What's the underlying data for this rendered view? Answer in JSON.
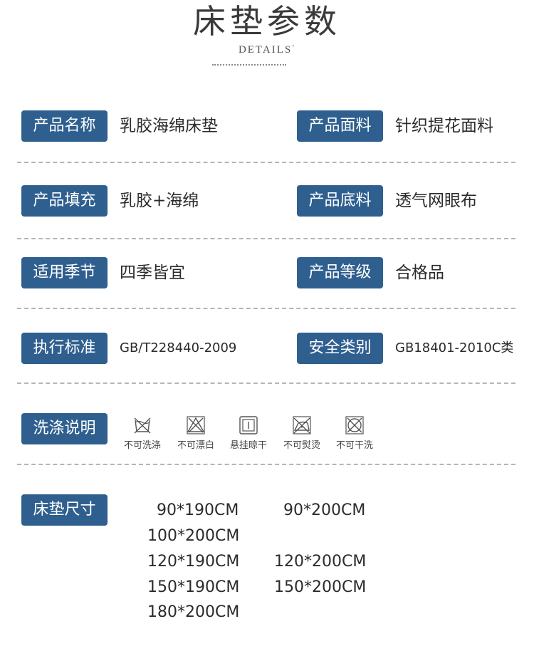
{
  "header": {
    "title": "床垫参数",
    "subtitle": "DETAILS",
    "subtitle_mark": "°"
  },
  "params": {
    "name_label": "产品名称",
    "name_value": "乳胶海绵床垫",
    "fabric_label": "产品面料",
    "fabric_value": "针织提花面料",
    "fill_label": "产品填充",
    "fill_value": "乳胶+海绵",
    "bottom_label": "产品底料",
    "bottom_value": "透气网眼布",
    "season_label": "适用季节",
    "season_value": "四季皆宜",
    "grade_label": "产品等级",
    "grade_value": "合格品",
    "standard_label": "执行标准",
    "standard_value": "GB/T228440-2009",
    "safety_label": "安全类别",
    "safety_value": "GB18401-2010C类"
  },
  "washing": {
    "label": "洗涤说明",
    "items": [
      {
        "icon": "no-wash-icon",
        "text": "不可洗涤"
      },
      {
        "icon": "no-bleach-icon",
        "text": "不可漂白"
      },
      {
        "icon": "hang-dry-icon",
        "text": "悬挂晾干"
      },
      {
        "icon": "no-iron-icon",
        "text": "不可熨烫"
      },
      {
        "icon": "no-dry-clean-icon",
        "text": "不可干洗"
      }
    ]
  },
  "sizes": {
    "label": "床垫尺寸",
    "list": [
      "90*190CM",
      "90*200CM",
      "100*200CM",
      "120*190CM",
      "120*200CM",
      "150*190CM",
      "150*200CM",
      "180*200CM"
    ]
  },
  "colors": {
    "badge": "#2f5f8f",
    "divider": "#b5b5b5"
  }
}
